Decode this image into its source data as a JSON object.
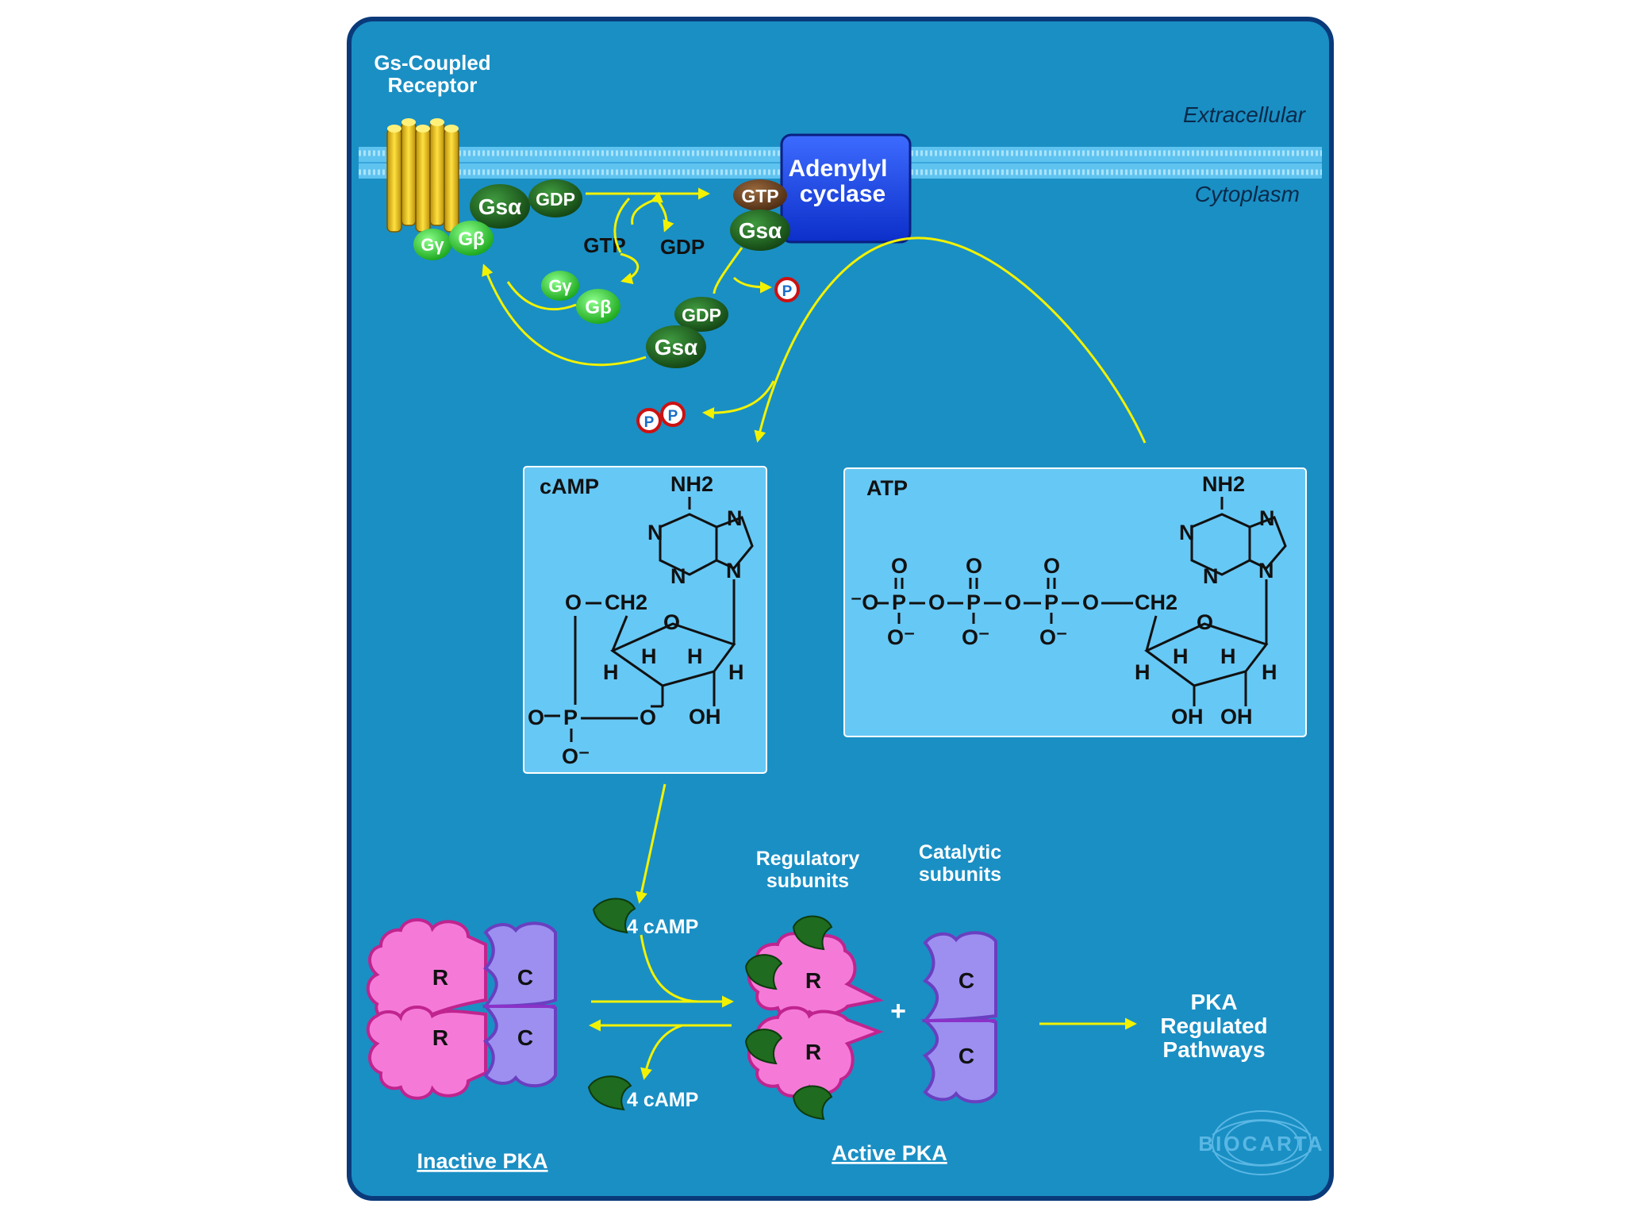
{
  "labels": {
    "receptor_line1": "Gs-Coupled",
    "receptor_line2": "Receptor",
    "extracellular": "Extracellular",
    "cytoplasm": "Cytoplasm",
    "adenylyl_line1": "Adenylyl",
    "adenylyl_line2": "cyclase",
    "gtp_small": "GTP",
    "gdp_small": "GDP",
    "gtp_free": "GTP",
    "gdp_free": "GDP",
    "gsa": "Gsα",
    "gg": "Gγ",
    "gb": "Gβ",
    "p": "P",
    "camp_title": "cAMP",
    "atp_title": "ATP",
    "nh2": "NH2",
    "regulatory_line1": "Regulatory",
    "regulatory_line2": "subunits",
    "catalytic_line1": "Catalytic",
    "catalytic_line2": "subunits",
    "four_camp": "4 cAMP",
    "r": "R",
    "c": "C",
    "plus": "+",
    "pka_line1": "PKA",
    "pka_line2": "Regulated",
    "pka_line3": "Pathways",
    "inactive_pka": "Inactive PKA",
    "active_pka": "Active PKA",
    "watermark": "BIOCARTA"
  },
  "chem": {
    "N": "N",
    "O": "O",
    "H": "H",
    "P": "P",
    "OH": "OH",
    "CH2": "CH2",
    "O_minus": "O⁻",
    "minus_O": "⁻O"
  },
  "colors": {
    "background": "#1a8fc4",
    "border": "#0a3a7a",
    "membrane": "#5fc3f0",
    "adenylyl": "#1540e0",
    "arrow": "#f2f200",
    "molecule_box": "#66c8f5",
    "regulatory": "#f57ad8",
    "catalytic": "#9c8ff0",
    "gprotein_dark": "#1e5e1e",
    "gprotein_light": "#2ecc2e",
    "camp_leaf": "#1f6b1f"
  }
}
